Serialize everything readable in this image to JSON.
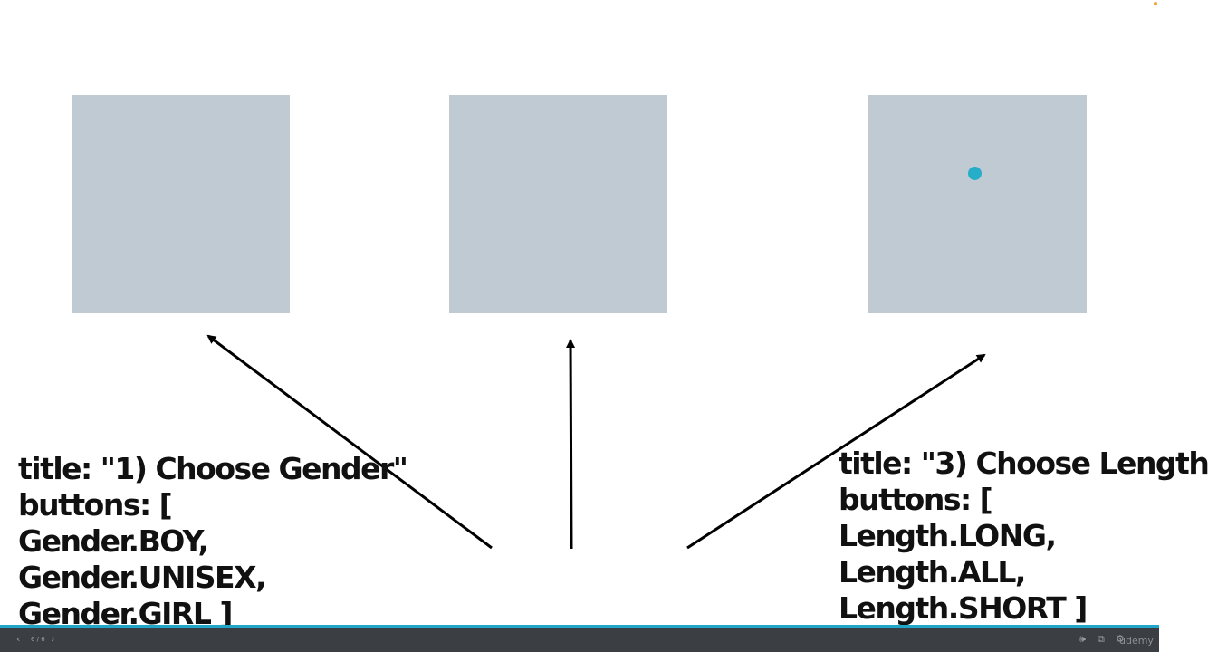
{
  "slide": {
    "left_block": {
      "lines": [
        "title: \"1) Choose Gender\"",
        "buttons: [",
        "Gender.BOY,",
        "Gender.UNISEX,",
        "Gender.GIRL ]"
      ]
    },
    "right_block": {
      "lines": [
        "title: \"3) Choose Length",
        "buttons: [",
        "Length.LONG,",
        "Length.ALL,",
        "Length.SHORT ]"
      ]
    },
    "colors": {
      "placeholder": "#bfcad3",
      "cursor": "#26aec8",
      "text": "#111111"
    }
  },
  "player": {
    "prev_icon": "‹",
    "slide_counter": "6 / 6",
    "next_icon": "›",
    "volume_icon": "🕪",
    "popout_icon": "⧉",
    "settings_icon": "⚙",
    "watermark": "udemy",
    "accent_color": "#1fa6c9"
  }
}
